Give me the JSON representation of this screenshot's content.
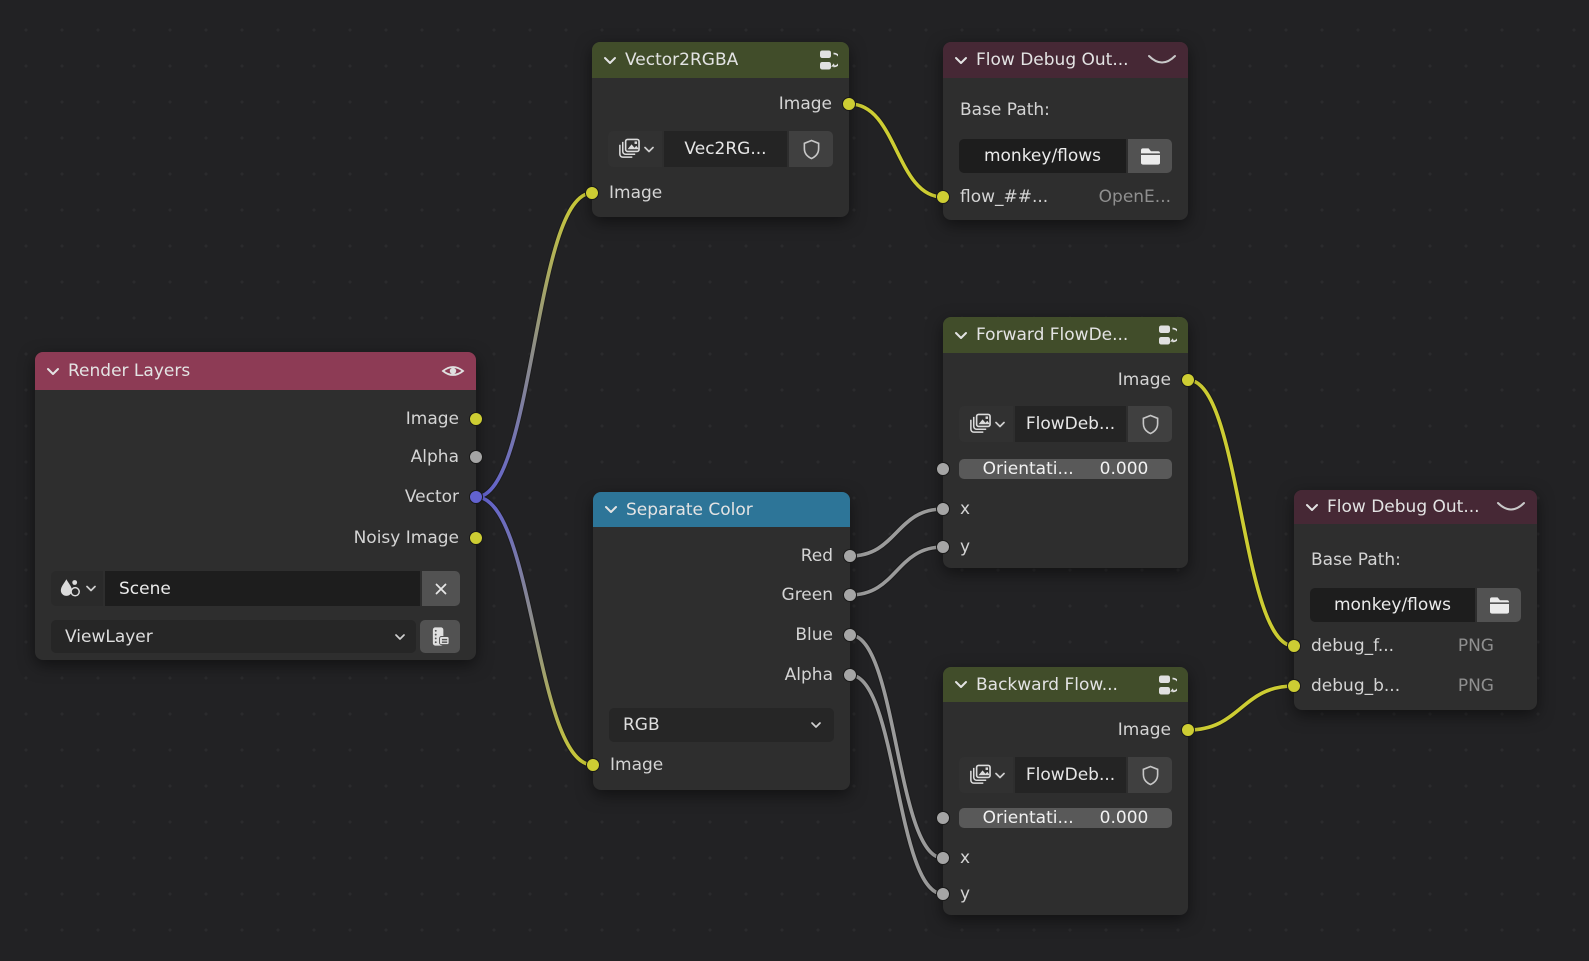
{
  "editor": {
    "type_hint": "node-editor"
  },
  "colors": {
    "background": "#222224",
    "node_body": "#2e2e2e",
    "header_input": "#8d3b55",
    "header_group": "#414d2a",
    "header_output": "#462835",
    "header_converter": "#2d7598",
    "socket_image_yellow": "#cdcd33",
    "socket_value_gray": "#a5a5a5",
    "socket_vector_blue": "#6262cf",
    "wire_yellow": "#cdcd33",
    "wire_gray": "#9b9b9b"
  },
  "nodes": {
    "render_layers": {
      "title": "Render Layers",
      "outputs": [
        "Image",
        "Alpha",
        "Vector",
        "Noisy Image"
      ],
      "scene_value": "Scene",
      "view_layer_value": "ViewLayer"
    },
    "vector2rgba": {
      "title": "Vector2RGBA",
      "output": "Image",
      "image_name": "Vec2RG...",
      "input": "Image"
    },
    "flow_debug_out_top": {
      "title": "Flow Debug Out...",
      "base_path_label": "Base Path:",
      "path_value": "monkey/flows",
      "input_name": "flow_##...",
      "input_format": "OpenE..."
    },
    "forward_flow": {
      "title": "Forward FlowDe...",
      "output": "Image",
      "image_name": "FlowDeb...",
      "orientation_label": "Orientati...",
      "orientation_value": "0.000",
      "input_x": "x",
      "input_y": "y"
    },
    "separate_color": {
      "title": "Separate Color",
      "outputs": [
        "Red",
        "Green",
        "Blue",
        "Alpha"
      ],
      "mode_value": "RGB",
      "input": "Image"
    },
    "backward_flow": {
      "title": "Backward Flow...",
      "output": "Image",
      "image_name": "FlowDeb...",
      "orientation_label": "Orientati...",
      "orientation_value": "0.000",
      "input_x": "x",
      "input_y": "y"
    },
    "flow_debug_out_right": {
      "title": "Flow Debug Out...",
      "base_path_label": "Base Path:",
      "path_value": "monkey/flows",
      "inputs": [
        {
          "name": "debug_f...",
          "format": "PNG"
        },
        {
          "name": "debug_b...",
          "format": "PNG"
        }
      ]
    }
  }
}
